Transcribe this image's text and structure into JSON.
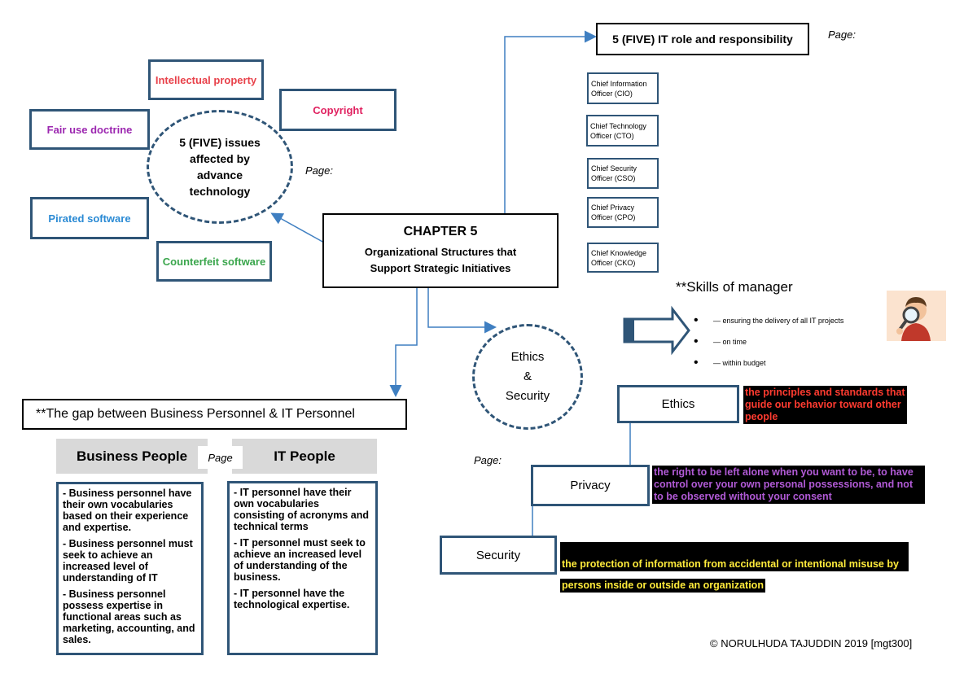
{
  "chapter": {
    "title": "CHAPTER 5",
    "subtitle": "Organizational Structures that Support Strategic Initiatives"
  },
  "issues": {
    "center_label": "5 (FIVE) issues affected by advance technology",
    "page_label": "Page:",
    "items": [
      {
        "label": "Intellectual property",
        "color": "#e8414a"
      },
      {
        "label": "Copyright",
        "color": "#e0205f"
      },
      {
        "label": "Fair use doctrine",
        "color": "#9c27b0"
      },
      {
        "label": "Pirated software",
        "color": "#2a8ad4"
      },
      {
        "label": "Counterfeit software",
        "color": "#3aa64c"
      }
    ]
  },
  "it_roles": {
    "title": "5 (FIVE) IT role and responsibility",
    "page_label": "Page:",
    "roles": [
      "Chief Information Officer (CIO)",
      "Chief Technology Officer (CTO)",
      "Chief Security Officer (CSO)",
      "Chief Privacy Officer (CPO)",
      "Chief Knowledge Officer (CKO)"
    ]
  },
  "skills": {
    "title": "**Skills of manager",
    "bullets": [
      "— ensuring the delivery of all IT projects",
      "— on time",
      "— within budget"
    ],
    "icon": "magnifier-person-icon"
  },
  "gap": {
    "title": "**The gap between Business Personnel & IT Personnel",
    "page_label": "Page",
    "business_header": "Business People",
    "it_header": "IT People",
    "business_items": [
      "- Business personnel have their own vocabularies based on their experience and expertise.",
      "-  Business personnel must seek to achieve an increased level of understanding of IT",
      "- Business personnel possess expertise in functional areas such as marketing, accounting, and sales."
    ],
    "it_items": [
      "- IT personnel have their own vocabularies consisting of acronyms and technical terms",
      "- IT personnel must seek to achieve an increased level of understanding of the business.",
      "- IT personnel have the technological expertise."
    ]
  },
  "ethics_security": {
    "circle_line1": "Ethics",
    "circle_line2": "&",
    "circle_line3": "Security",
    "page_label": "Page:",
    "ethics_label": "Ethics",
    "ethics_def": "the principles and standards that guide our behavior toward other people",
    "ethics_color": "#ff3b30",
    "privacy_label": "Privacy",
    "privacy_def": "the right to be left alone when you want to be, to have control over your own personal possessions, and not to be observed without your consent",
    "privacy_color": "#b15ad6",
    "security_label": "Security",
    "security_def_1": "the protection of information from accidental or intentional misuse by",
    "security_def_2": "persons inside or outside an organization",
    "security_color": "#ffeb3b"
  },
  "footer": "© NORULHUDA TAJUDDIN 2019 [mgt300]"
}
